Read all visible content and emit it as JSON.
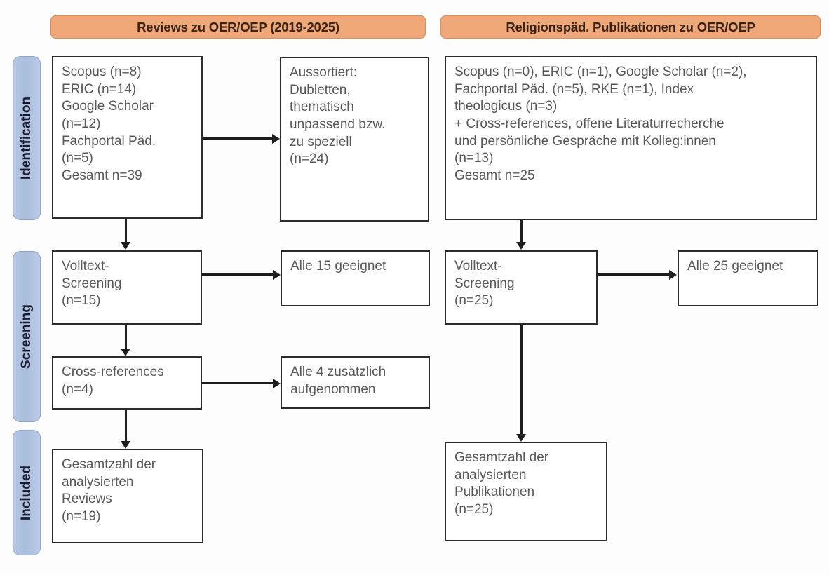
{
  "diagram": {
    "title": "PRISMA-Flussdiagramm: Reviews und religionspaedagogische Publikationen zu OER/OEP",
    "colors": {
      "header_fill": "#f0a878",
      "header_border": "#e08a52",
      "header_text": "#3a2418",
      "stage_fill": "#a9bddd",
      "stage_border": "#8fa6c9",
      "stage_text": "#1a1a2e",
      "box_border": "#2b2b2b",
      "box_fill": "#ffffff",
      "box_text": "#58585a",
      "connector": "#1d1d1d",
      "background": "#ffffff"
    }
  },
  "headers": {
    "left": "Reviews zu OER/OEP (2019-2025)",
    "right": "Religionspäd. Publikationen zu OER/OEP"
  },
  "stages": {
    "identification": "Identification",
    "screening": "Screening",
    "included": "Included"
  },
  "left_column": {
    "identification": {
      "lines": [
        "Scopus (n=8)",
        "ERIC (n=14)",
        "Google Scholar",
        "(n=12)",
        "Fachportal Päd.",
        "(n=5)",
        "Gesamt n=39"
      ]
    },
    "excluded": {
      "lines": [
        "Aussortiert:",
        "Dubletten,",
        "thematisch",
        "unpassend bzw.",
        "zu speziell",
        "(n=24)"
      ]
    },
    "screening": {
      "lines": [
        "Volltext-",
        "Screening",
        "(n=15)"
      ]
    },
    "screening_result": {
      "lines": [
        "Alle 15 geeignet"
      ]
    },
    "cross_references": {
      "lines": [
        "Cross-references",
        "(n=4)"
      ]
    },
    "cross_references_result": {
      "lines": [
        "Alle 4 zusätzlich",
        "aufgenommen"
      ]
    },
    "included": {
      "lines": [
        "Gesamtzahl der",
        "analysierten",
        "Reviews",
        "(n=19)"
      ]
    }
  },
  "right_column": {
    "identification": {
      "lines": [
        "Scopus (n=0), ERIC (n=1), Google Scholar (n=2),",
        "Fachportal Päd. (n=5), RKE (n=1), Index",
        "theologicus (n=3)",
        "+ Cross-references, offene Literaturrecherche",
        "und persönliche Gespräche mit Kolleg:innen",
        "(n=13)",
        "Gesamt n=25"
      ]
    },
    "screening": {
      "lines": [
        "Volltext-",
        "Screening",
        "(n=25)"
      ]
    },
    "screening_result": {
      "lines": [
        "Alle 25 geeignet"
      ]
    },
    "included": {
      "lines": [
        "Gesamtzahl der",
        "analysierten",
        "Publikationen",
        "(n=25)"
      ]
    }
  },
  "counts": {
    "left_scopus": 8,
    "left_eric": 14,
    "left_google_scholar": 12,
    "left_fachportal": 5,
    "left_total_identified": 39,
    "left_excluded": 24,
    "left_fulltext_screening": 15,
    "left_screening_eligible": 15,
    "left_cross_references": 4,
    "left_cross_references_added": 4,
    "left_included": 19,
    "right_scopus": 0,
    "right_eric": 1,
    "right_google_scholar": 2,
    "right_fachportal": 5,
    "right_rke": 1,
    "right_index_theologicus": 3,
    "right_other_sources": 13,
    "right_total_identified": 25,
    "right_fulltext_screening": 25,
    "right_screening_eligible": 25,
    "right_included": 25
  }
}
